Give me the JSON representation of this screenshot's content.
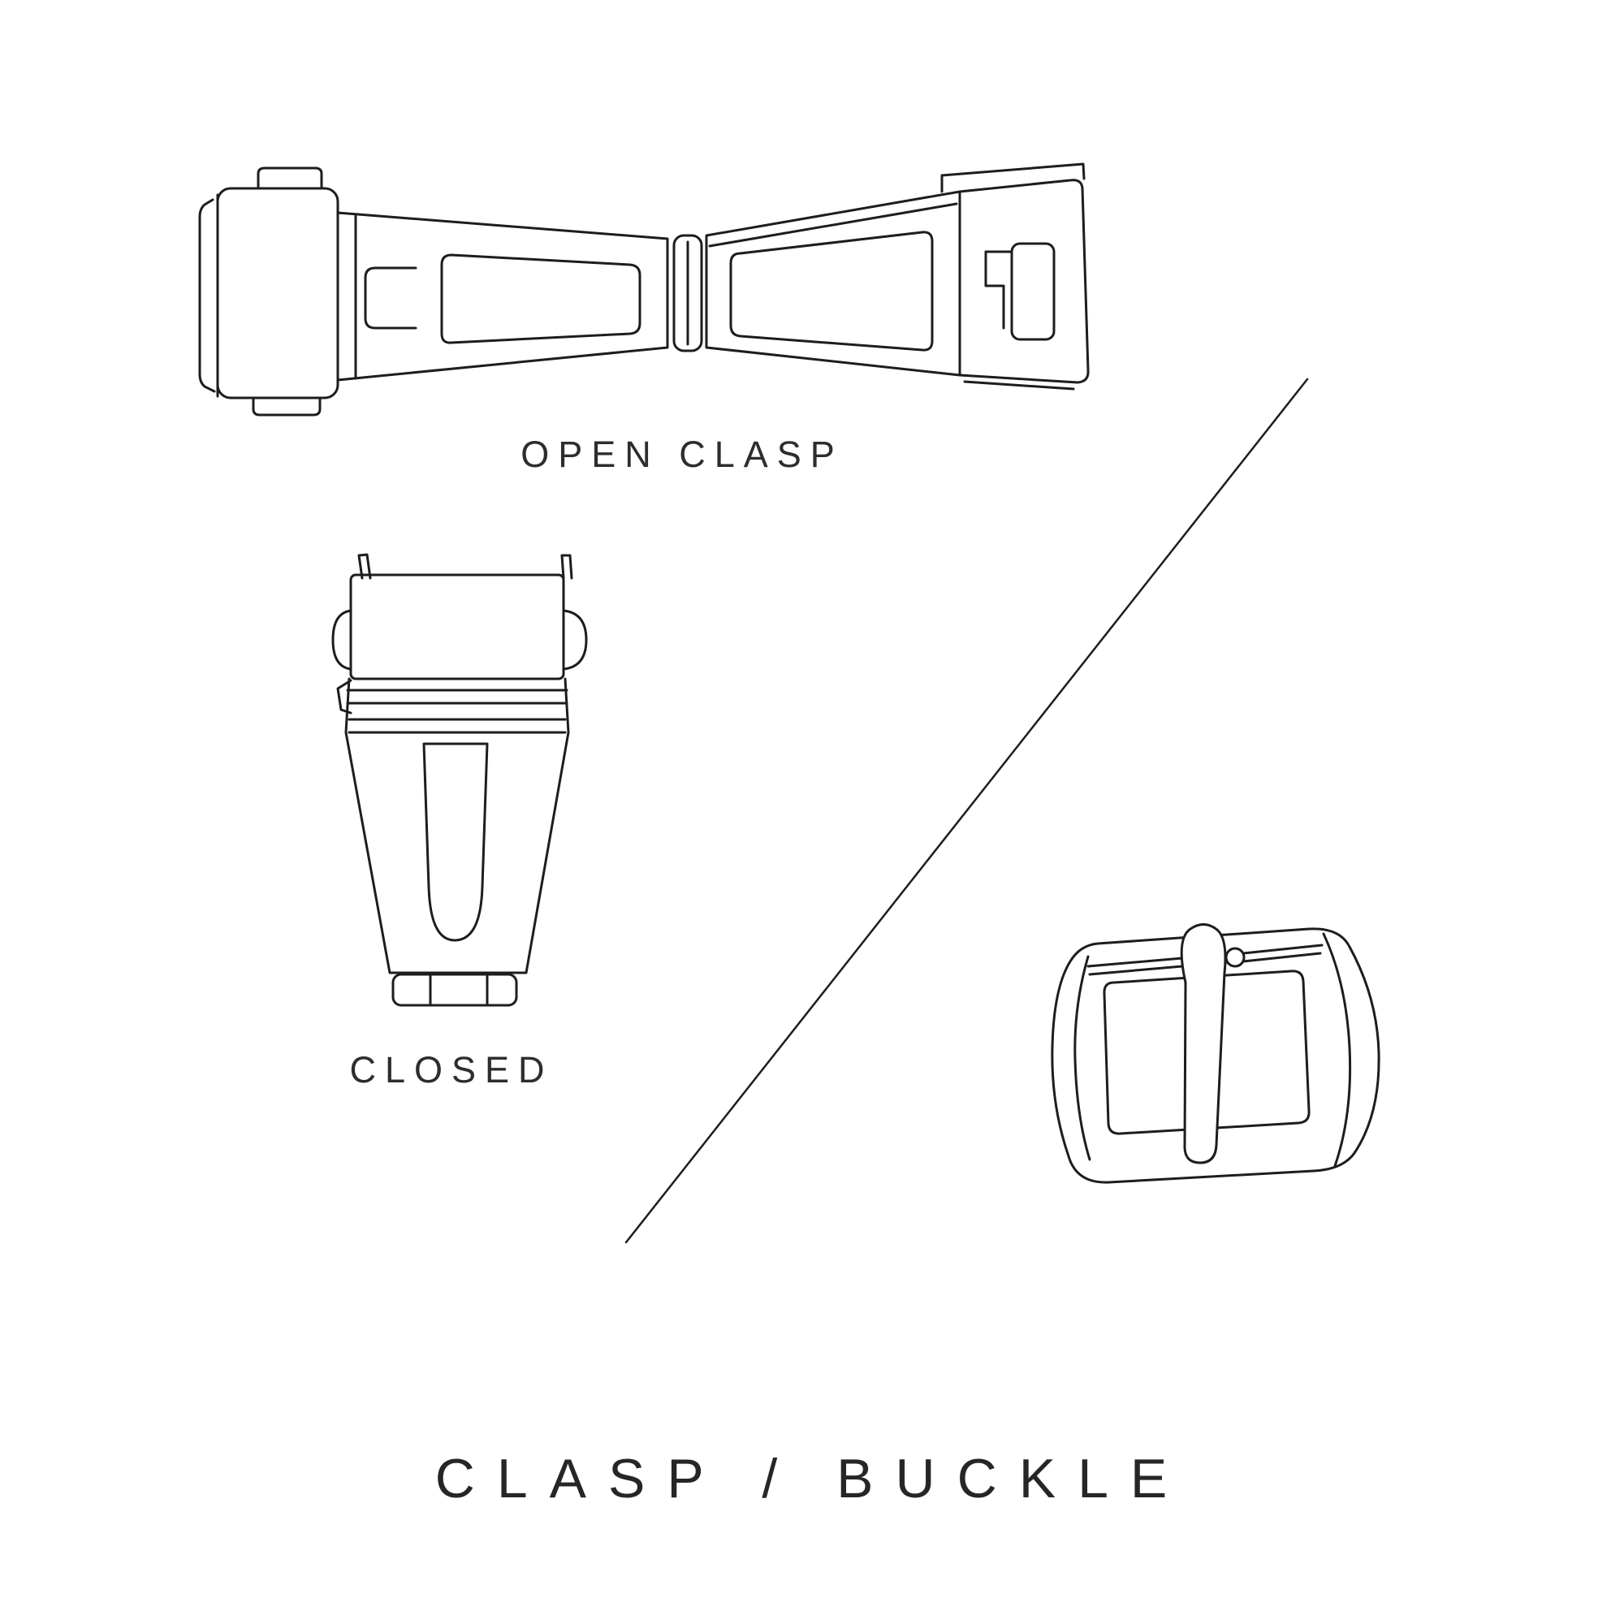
{
  "title": "CLASP / BUCKLE",
  "figures": {
    "open_clasp": {
      "label": "OPEN CLASP",
      "illustration": "open-deployant-clasp-line-drawing"
    },
    "closed_clasp": {
      "label": "CLOSED",
      "illustration": "closed-deployant-clasp-line-drawing"
    },
    "buckle": {
      "illustration": "tang-buckle-line-drawing"
    }
  },
  "divider": {
    "type": "diagonal-line"
  },
  "colors": {
    "background": "#ffffff",
    "line": "#1d1d1d",
    "text": "#2d2d2d"
  }
}
